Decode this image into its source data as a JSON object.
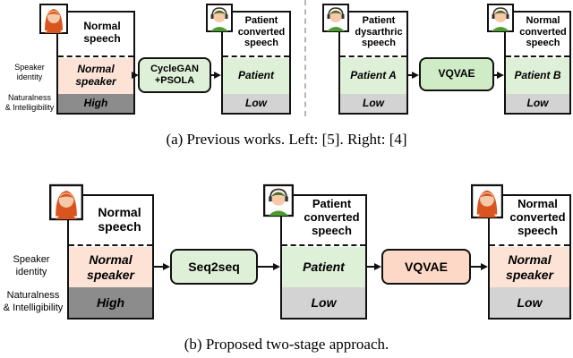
{
  "colors": {
    "normal_zone": "#fde3d6",
    "patient_zone": "#dff0d8",
    "quality_high": "#8c8c8c",
    "quality_low": "#d3d3d3",
    "seq2seq_box": "#dff0d8",
    "vqvae_green_box": "#d0ecc6",
    "vqvae_pink_box": "#fdd8c6",
    "vline": "#b5b5b5"
  },
  "icons": {
    "female_speaker": "female-avatar-icon",
    "male_patient": "male-headset-avatar-icon"
  },
  "labels": {
    "speaker_identity": [
      "Speaker",
      "identity"
    ],
    "naturalness": [
      "Naturalness",
      "& Intelligibility"
    ]
  },
  "top": {
    "left": {
      "source": {
        "title": [
          "Normal",
          "speech"
        ],
        "identity": [
          "Normal",
          "speaker"
        ],
        "quality": "High"
      },
      "model": [
        "CycleGAN",
        "+PSOLA"
      ],
      "target": {
        "title": [
          "Patient",
          "converted",
          "speech"
        ],
        "identity": [
          "Patient"
        ],
        "quality": "Low"
      }
    },
    "right": {
      "source": {
        "title": [
          "Patient",
          "dysarthric",
          "speech"
        ],
        "identity": [
          "Patient A"
        ],
        "quality": "Low"
      },
      "model": [
        "VQVAE"
      ],
      "target": {
        "title": [
          "Normal",
          "converted",
          "speech"
        ],
        "identity": [
          "Patient B"
        ],
        "quality": "Low"
      }
    },
    "caption": "(a) Previous works. Left: [5]. Right: [4]"
  },
  "bottom": {
    "source": {
      "title": [
        "Normal",
        "speech"
      ],
      "identity": [
        "Normal",
        "speaker"
      ],
      "quality": "High"
    },
    "model1": [
      "Seq2seq"
    ],
    "middle": {
      "title": [
        "Patient",
        "converted",
        "speech"
      ],
      "identity": [
        "Patient"
      ],
      "quality": "Low"
    },
    "model2": [
      "VQVAE"
    ],
    "target": {
      "title": [
        "Normal",
        "converted",
        "speech"
      ],
      "identity": [
        "Normal",
        "speaker"
      ],
      "quality": "Low"
    },
    "caption": "(b) Proposed two-stage approach."
  }
}
